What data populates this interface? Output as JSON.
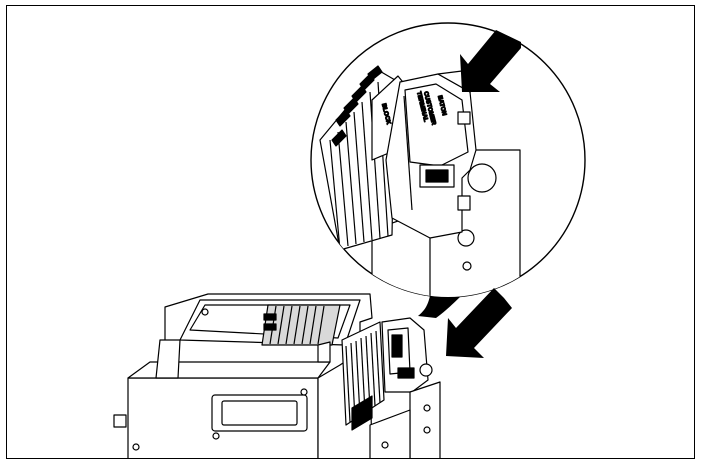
{
  "figure": {
    "labels": {
      "brand": "EATON",
      "callout_line1": "CUSTOMER",
      "callout_line2": "TERMINAL",
      "callout_line3": "BLOCK"
    },
    "colors": {
      "ink": "#000000",
      "paper": "#ffffff",
      "shade": "#d9d9d9"
    },
    "icons": [
      "arrow-icon",
      "magnifier-callout"
    ]
  }
}
